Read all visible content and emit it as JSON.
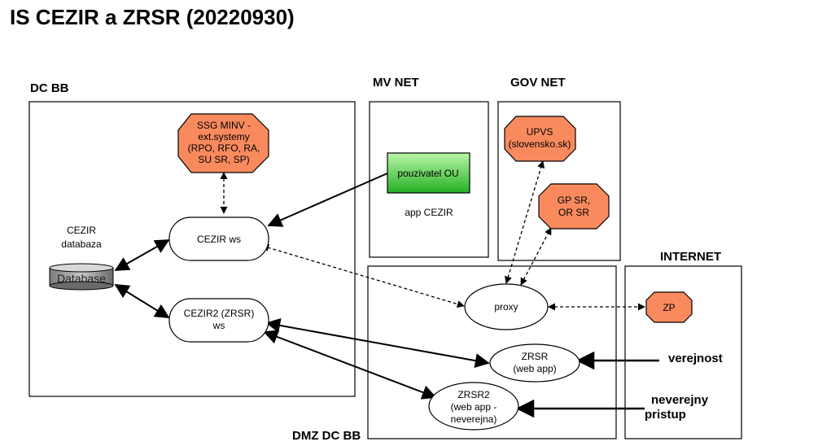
{
  "title": "IS CEZIR a ZRSR (20220930)",
  "zones": {
    "dc_bb": "DC BB",
    "mv_net": "MV NET",
    "gov_net": "GOV NET",
    "internet": "INTERNET",
    "dmz_dc_bb": "DMZ DC BB"
  },
  "nodes": {
    "ssg": [
      "SSG MINV -",
      "ext.systemy",
      "(RPO, RFO, RA,",
      "SU SR, SP)"
    ],
    "cezir_db_label": [
      "CEZIR",
      "databaza"
    ],
    "database": "Database",
    "cezir_ws": "CEZIR ws",
    "cezir2_ws": [
      "CEZIR2 (ZRSR)",
      "ws"
    ],
    "pouzivatel": "pouzivatel OU",
    "app_cezir": "app CEZIR",
    "upvs": [
      "UPVS",
      "(slovensko.sk)"
    ],
    "gp": [
      "GP SR,",
      "OR SR"
    ],
    "proxy": "proxy",
    "zp": "ZP",
    "zrsr": [
      "ZRSR",
      "(web app)"
    ],
    "zrsr2": [
      "ZRSR2",
      "(web app -",
      "neverejna)"
    ],
    "verejnost": "verejnost",
    "neverejny": [
      "neverejny",
      "pristup"
    ]
  },
  "colors": {
    "orange": "#f98a5e",
    "green_top": "#9af38a",
    "green_bottom": "#2fb52f"
  }
}
